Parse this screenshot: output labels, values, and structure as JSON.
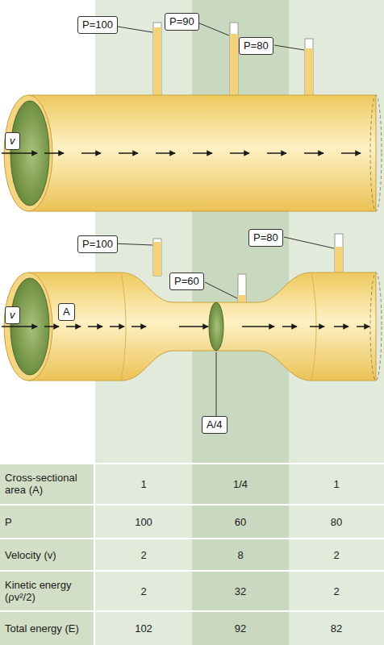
{
  "diagram": {
    "nodes": [
      {
        "text": [
          "P=100"
        ]
      },
      {
        "text": [
          "P=90"
        ]
      },
      {
        "text": [
          "P=80"
        ]
      },
      {
        "text": [
          "v"
        ]
      },
      {
        "text": [
          "P=100"
        ]
      },
      {
        "text": [
          "P=60"
        ]
      },
      {
        "text": [
          "P=80"
        ]
      },
      {
        "text": [
          "v"
        ]
      },
      {
        "text": [
          "A"
        ]
      },
      {
        "text": [
          "A/4"
        ]
      }
    ],
    "labels": [
      "Cross-sectional area (A)",
      "1",
      "1/4",
      "1",
      "P",
      "100",
      "60",
      "80",
      "Velocity (v)",
      "2",
      "8",
      "2",
      "Kinetic energy (ρv²/2)",
      "2",
      "32",
      "2",
      "Total energy (E)",
      "102",
      "92",
      "82"
    ]
  }
}
